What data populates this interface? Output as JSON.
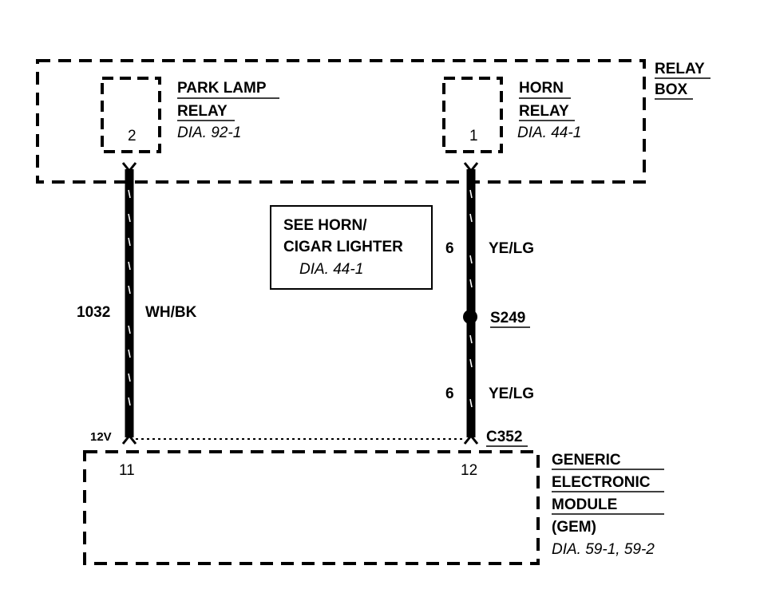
{
  "relay_box": {
    "title_line1": "RELAY",
    "title_line2": "BOX"
  },
  "park_lamp_relay": {
    "line1": "PARK LAMP",
    "line2": "RELAY",
    "ref": "DIA. 92-1",
    "pin": "2"
  },
  "horn_relay": {
    "line1": "HORN",
    "line2": "RELAY",
    "ref": "DIA. 44-1",
    "pin": "1"
  },
  "note": {
    "line1": "SEE HORN/",
    "line2": "CIGAR LIGHTER",
    "ref": "DIA. 44-1"
  },
  "left_wire": {
    "circuit": "1032",
    "color": "WH/BK",
    "voltage": "12V",
    "gem_pin": "11"
  },
  "right_wire": {
    "upper": {
      "circuit": "6",
      "color": "YE/LG"
    },
    "splice": "S249",
    "lower": {
      "circuit": "6",
      "color": "YE/LG"
    },
    "connector": "C352",
    "gem_pin": "12"
  },
  "gem": {
    "line1": "GENERIC",
    "line2": "ELECTRONIC",
    "line3": "MODULE",
    "line4": "(GEM)",
    "ref": "DIA. 59-1, 59-2"
  }
}
